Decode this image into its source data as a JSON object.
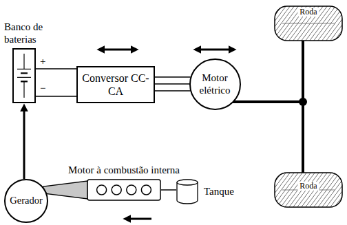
{
  "diagram": {
    "nodes": [
      {
        "text": [
          "Banco de baterias"
        ]
      },
      {
        "text": [
          "Conversor CC-CA"
        ]
      },
      {
        "text": [
          "Motor elétrico"
        ]
      },
      {
        "text": [
          "Roda"
        ]
      },
      {
        "text": [
          "Roda"
        ]
      },
      {
        "text": [
          "Gerador"
        ]
      },
      {
        "text": [
          "Motor à combustão interna"
        ]
      },
      {
        "text": [
          "Tanque"
        ]
      }
    ],
    "edges": [
      {
        "from": 0,
        "to": 1,
        "arrow": "none"
      },
      {
        "from": 1,
        "to": 2,
        "arrow": "none"
      },
      {
        "from": 2,
        "to": 3,
        "arrow": "none"
      },
      {
        "from": 2,
        "to": 4,
        "arrow": "none"
      },
      {
        "from": 5,
        "to": 0,
        "arrow": "to"
      },
      {
        "from": 6,
        "to": 5,
        "arrow": "none"
      },
      {
        "from": 7,
        "to": 6,
        "arrow": "none"
      }
    ],
    "labels": [
      "+",
      "−"
    ]
  }
}
